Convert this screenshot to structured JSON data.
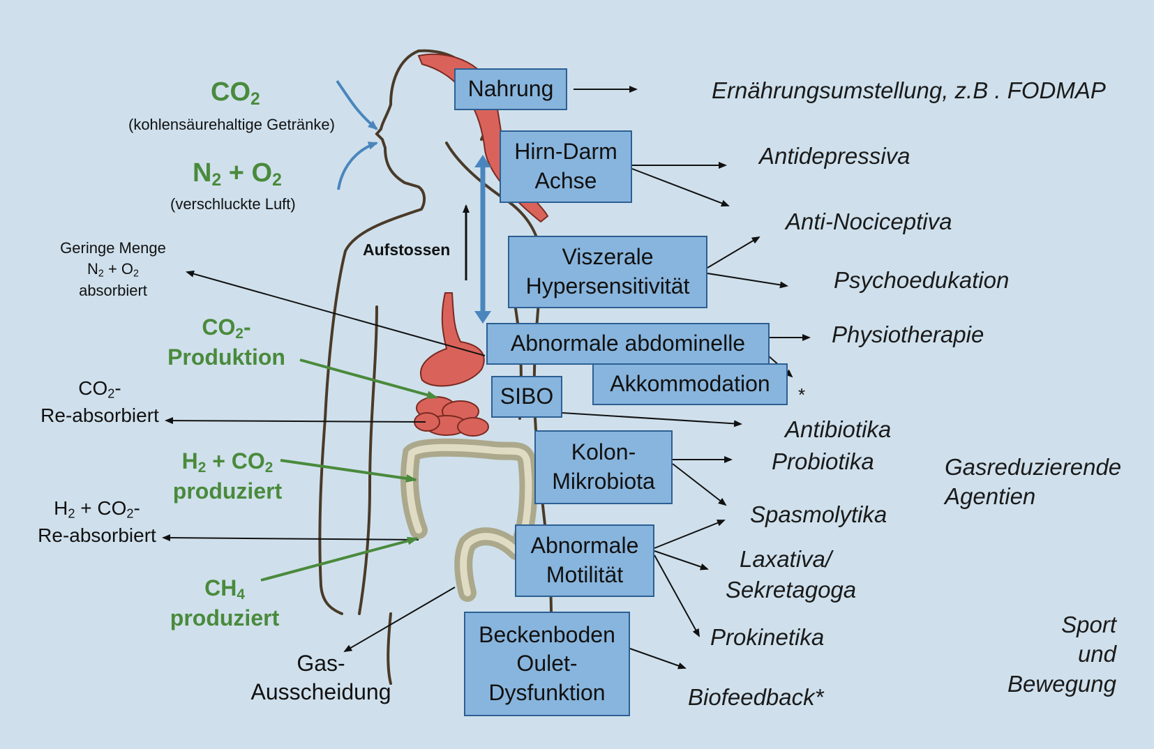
{
  "inputs": {
    "co2": "CO",
    "co2_sub": "2",
    "co2_note": "(kohlensäurehaltige Getränke)",
    "n2": "N",
    "n2_sub": "2",
    "plus": " + O",
    "o2_sub": "2",
    "air_note": "(verschluckte Luft)"
  },
  "left": {
    "geringe_line1": "Geringe Menge",
    "geringe_n": "N",
    "geringe_n_sub": "2",
    "geringe_o": " + O",
    "geringe_o_sub": "2",
    "geringe_line3": "absorbiert",
    "aufstossen": "Aufstossen",
    "co2prod_a": "CO",
    "co2prod_sub": "2",
    "co2prod_b": "-",
    "co2prod_line2": "Produktion",
    "co2re_a": "CO",
    "co2re_sub": "2",
    "co2re_b": "-",
    "co2re_line2": "Re-absorbiert",
    "h2co2_a": "H",
    "h2co2_sub1": "2",
    "h2co2_b": " + CO",
    "h2co2_sub2": "2",
    "h2co2_line2": "produziert",
    "h2re_a": "H",
    "h2re_sub1": "2",
    "h2re_b": " + CO",
    "h2re_sub2": "2",
    "h2re_c": "-",
    "h2re_line2": "Re-absorbiert",
    "ch4_a": "CH",
    "ch4_sub": "4",
    "ch4_line2": "produziert",
    "gas_line1": "Gas-",
    "gas_line2": "Ausscheidung"
  },
  "boxes": {
    "nahrung": "Nahrung",
    "hirn1": "Hirn-Darm",
    "hirn2": "Achse",
    "visz1": "Viszerale",
    "visz2": "Hypersensitivität",
    "abdom": "Abnormale abdominelle",
    "akkom": "Akkommodation",
    "sibo": "SIBO",
    "kolon1": "Kolon-",
    "kolon2": "Mikrobiota",
    "motil1": "Abnormale",
    "motil2": "Motilität",
    "becken1": "Beckenboden",
    "becken2": "Oulet-",
    "becken3": "Dysfunktion"
  },
  "treatments": {
    "ernaehrung": "Ernährungsumstellung, z.B . FODMAP",
    "antidep": "Antidepressiva",
    "antinoc": "Anti-Nociceptiva",
    "psycho": "Psychoedukation",
    "physio": "Physiotherapie",
    "star": "*",
    "antibio": "Antibiotika",
    "probio": "Probiotika",
    "gasred1": "Gasreduzierende",
    "gasred2": "Agentien",
    "spasmo": "Spasmolytika",
    "laxativa": "Laxativa/",
    "sekret": "Sekretagoga",
    "prokin": "Prokinetika",
    "biofeed": "Biofeedback*",
    "sport1": "Sport",
    "sport2": "und",
    "sport3": "Bewegung"
  },
  "colors": {
    "background": "#cfe0ec",
    "box_fill": "#88b5dd",
    "box_border": "#2c5f93",
    "green_text": "#4a8a3c",
    "organ_red": "#d9635a",
    "intestine": "#c7c3a3",
    "arrow_blue": "#4a86bd"
  }
}
